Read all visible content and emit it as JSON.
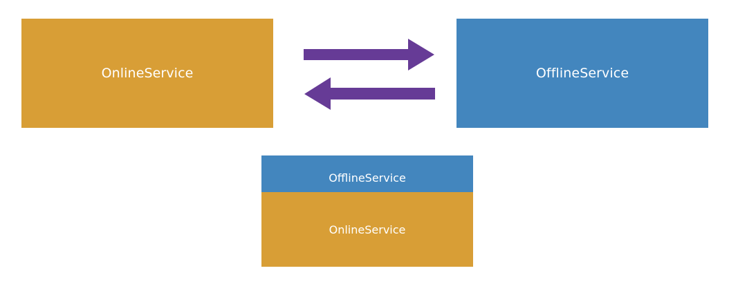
{
  "diagram": {
    "top_left_box": {
      "label": "OnlineService"
    },
    "top_right_box": {
      "label": "OfflineService"
    },
    "stack": {
      "upper": {
        "label": "OfflineService"
      },
      "lower": {
        "label": "OnlineService"
      }
    }
  },
  "colors": {
    "online": "#D89E36",
    "offline": "#4386BE",
    "arrow": "#663B96",
    "text": "#FFFFFF"
  }
}
